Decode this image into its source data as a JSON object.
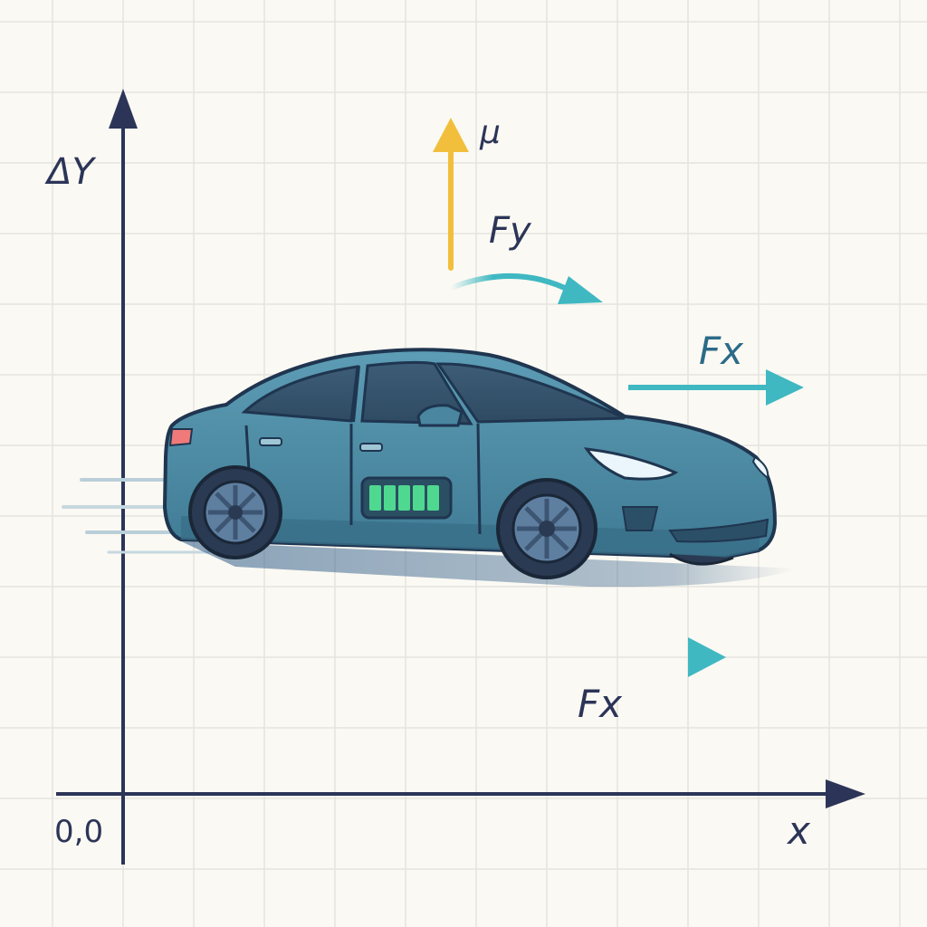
{
  "axes": {
    "y_label": "ΔY",
    "x_label": "x",
    "origin_label": "0,0"
  },
  "forces": {
    "mu_label": "μ",
    "fy_label": "Fy",
    "fx_upper_label": "Fx",
    "fx_lower_label": "Fx"
  },
  "colors": {
    "background": "#fbf9f3",
    "grid": "#e6e4df",
    "axis": "#2c3558",
    "mu_arrow": "#f2bf3c",
    "force_arrow": "#3fb8c2",
    "car_body": "#4f8ea6",
    "battery": "#4fd88f"
  },
  "icons": {
    "car": "electric-car-icon",
    "battery": "battery-icon"
  }
}
